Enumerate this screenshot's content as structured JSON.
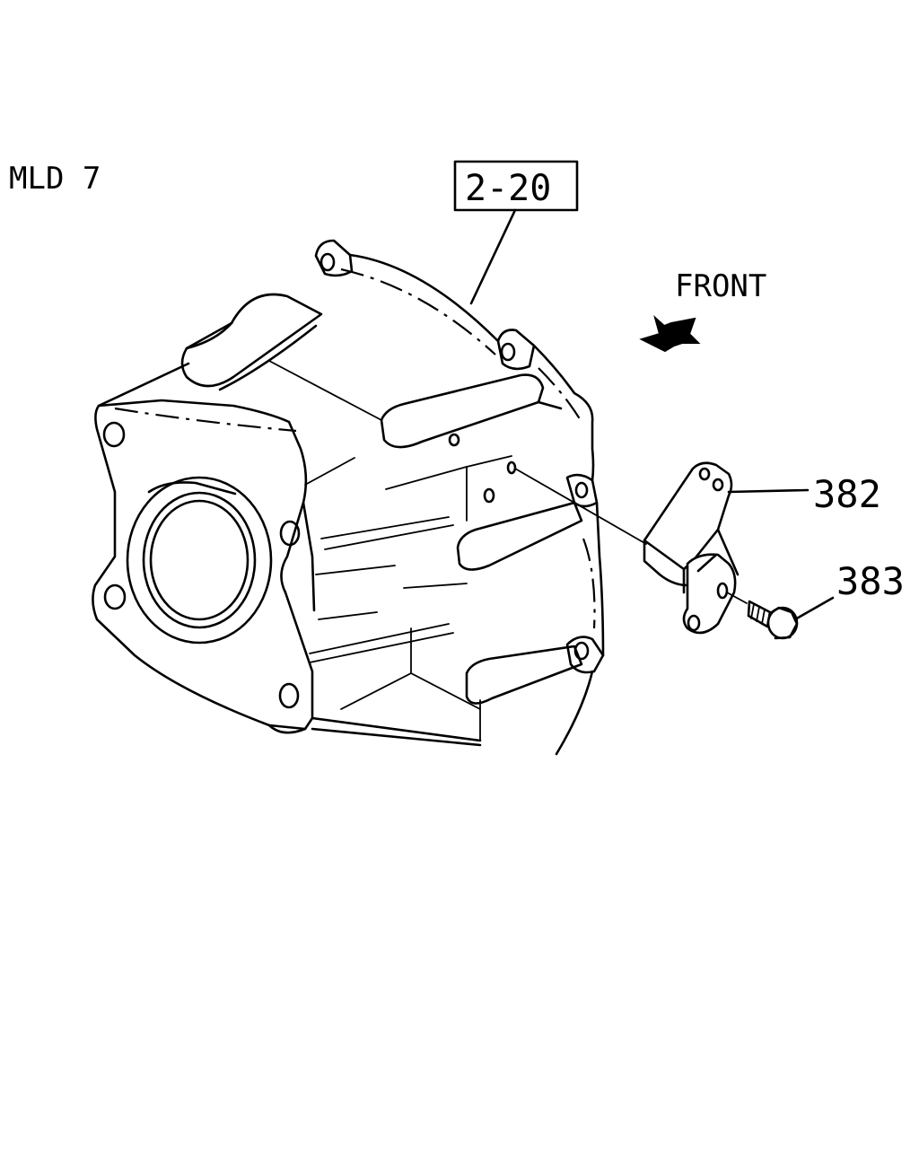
{
  "diagram": {
    "model_code": "MLD 7",
    "reference_box": "2-20",
    "direction_label": "FRONT",
    "callouts": [
      {
        "id": "bracket",
        "label": "382"
      },
      {
        "id": "bolt",
        "label": "383"
      }
    ]
  }
}
